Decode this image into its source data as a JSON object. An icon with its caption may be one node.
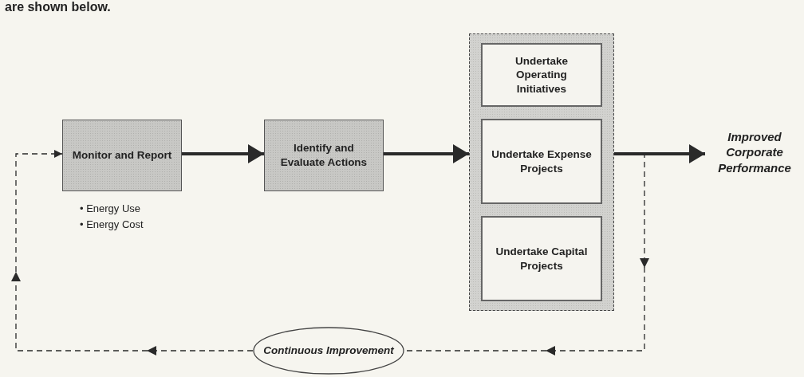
{
  "diagram": {
    "nodes": [
      {
        "text": [
          "Monitor and Report"
        ],
        "beside": [
          "• Energy Use",
          "• Energy Cost"
        ]
      },
      {
        "text": [
          "Identify and Evaluate Actions"
        ]
      },
      {
        "text": [],
        "shape": "box"
      },
      {
        "text": [
          "Undertake Operating Initiatives"
        ],
        "in": 2
      },
      {
        "text": [
          "Undertake Expense Projects"
        ],
        "in": 2
      },
      {
        "text": [
          "Undertake Capital Projects"
        ],
        "in": 2
      },
      {
        "text": [
          "Improved Corporate Performance"
        ]
      },
      {
        "text": [
          "Continuous Improvement"
        ]
      }
    ],
    "edges": [
      {
        "from": 0,
        "to": 1,
        "arrow": "to"
      },
      {
        "from": 1,
        "to": 2,
        "arrow": "to"
      },
      {
        "from": 2,
        "to": 6,
        "arrow": "to"
      },
      {
        "from": 2,
        "to": 7,
        "arrow": "to",
        "style": "dashed"
      },
      {
        "from": 7,
        "to": 0,
        "arrow": "to",
        "style": "dashed"
      }
    ],
    "labels": [
      "are shown below."
    ]
  }
}
